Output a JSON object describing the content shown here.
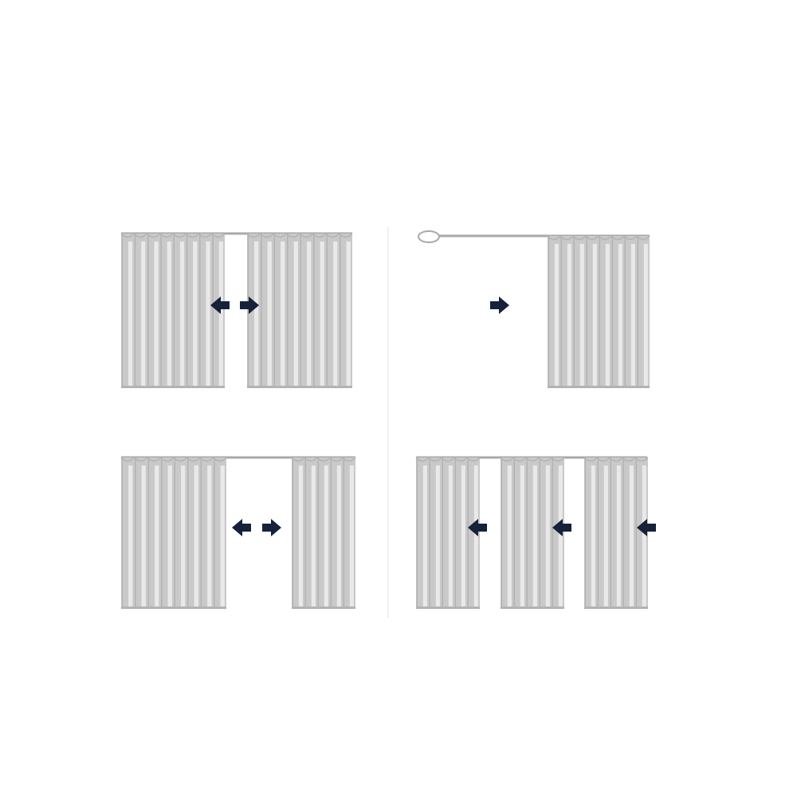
{
  "colors": {
    "background": "#ffffff",
    "curtain_fill": "#c9c9c9",
    "curtain_pleat": "#e9e9e9",
    "curtain_edge": "#b3b3b3",
    "rail": "#a9a9a9",
    "arrow": "#16213a",
    "divider": "#f0f0f0"
  },
  "icons": {
    "arrow_left": "arrow-left-icon",
    "arrow_right": "arrow-right-icon",
    "curtain": "curtain-icon",
    "rail_end": "rail-end-icon"
  },
  "panels": [
    {
      "id": "center-open",
      "curtains": [
        "left-stack",
        "right-stack"
      ],
      "arrows": [
        "left",
        "right"
      ]
    },
    {
      "id": "one-way-open",
      "curtains": [
        "right-stack"
      ],
      "arrows": [
        "right"
      ],
      "rail_end": "left"
    },
    {
      "id": "center-open-wide",
      "curtains": [
        "left-stack",
        "right-stack"
      ],
      "arrows": [
        "left",
        "right"
      ]
    },
    {
      "id": "three-panel-one-way",
      "curtains": [
        "panel-1",
        "panel-2",
        "panel-3"
      ],
      "arrows": [
        "left",
        "left",
        "left"
      ]
    }
  ]
}
